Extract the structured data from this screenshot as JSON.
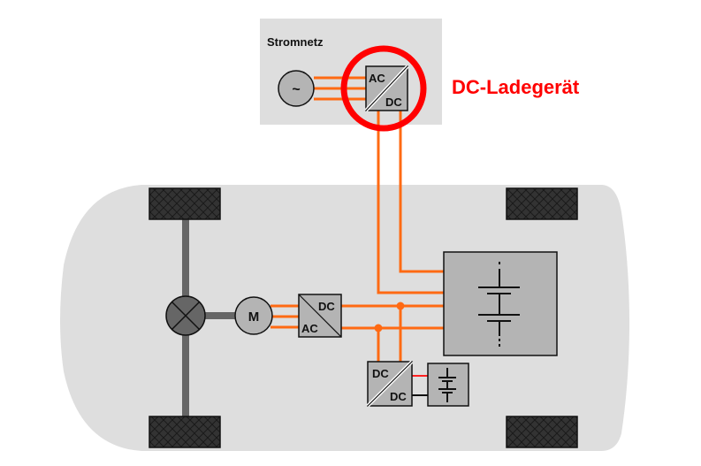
{
  "grid": {
    "title": "Stromnetz",
    "source_symbol": "~"
  },
  "charger": {
    "top_label": "AC",
    "bottom_label": "DC",
    "callout": "DC-Ladegerät"
  },
  "motor": {
    "label": "M"
  },
  "inverter": {
    "top_label": "DC",
    "bottom_label": "AC"
  },
  "dcdc": {
    "top_label": "DC",
    "bottom_label": "DC"
  },
  "colors": {
    "power_line": "#ff6a13",
    "highlight": "#ff0000",
    "vehicle_body": "#dedede",
    "component_fill": "#b4b4b4",
    "wheel": "#333333",
    "axle": "#666666"
  }
}
